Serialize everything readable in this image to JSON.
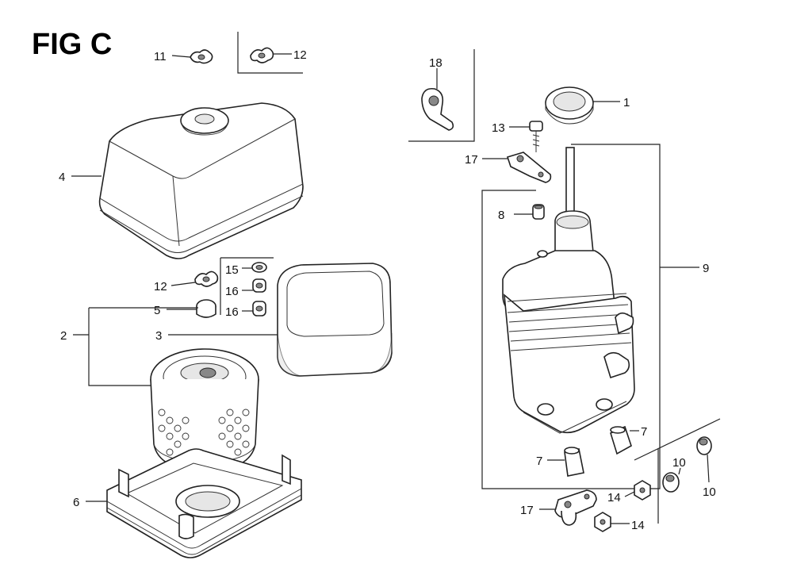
{
  "title": "FIG C",
  "callouts": {
    "c1": "1",
    "c2": "2",
    "c3": "3",
    "c4": "4",
    "c5": "5",
    "c6": "6",
    "c7a": "7",
    "c7b": "7",
    "c8": "8",
    "c9": "9",
    "c10a": "10",
    "c10b": "10",
    "c11": "11",
    "c12a": "12",
    "c12b": "12",
    "c13": "13",
    "c14a": "14",
    "c14b": "14",
    "c15": "15",
    "c16a": "16",
    "c16b": "16",
    "c17a": "17",
    "c17b": "17",
    "c18": "18"
  }
}
